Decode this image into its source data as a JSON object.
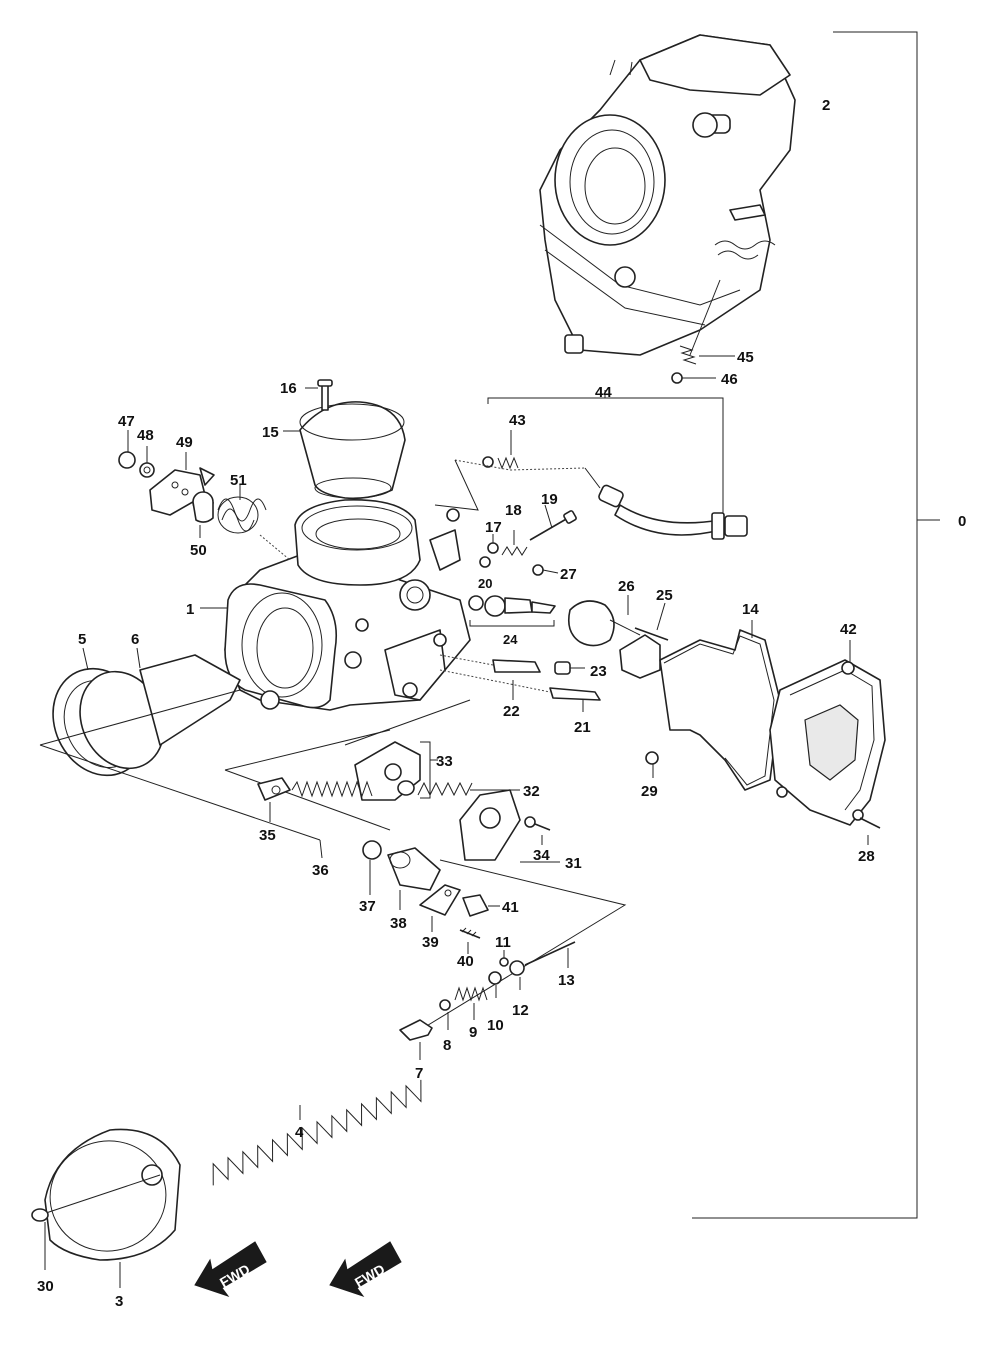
{
  "callouts": {
    "c0": "0",
    "c1": "1",
    "c2": "2",
    "c3": "3",
    "c4": "4",
    "c5": "5",
    "c6": "6",
    "c7": "7",
    "c8": "8",
    "c9": "9",
    "c10": "10",
    "c11": "11",
    "c12": "12",
    "c13": "13",
    "c14": "14",
    "c15": "15",
    "c16": "16",
    "c17": "17",
    "c18": "18",
    "c19": "19",
    "c20": "20",
    "c21": "21",
    "c22": "22",
    "c23": "23",
    "c24": "24",
    "c25": "25",
    "c26": "26",
    "c27": "27",
    "c28": "28",
    "c29": "29",
    "c30": "30",
    "c31": "31",
    "c32": "32",
    "c33": "33",
    "c34": "34",
    "c35": "35",
    "c36": "36",
    "c37": "37",
    "c38": "38",
    "c39": "39",
    "c40": "40",
    "c41": "41",
    "c42": "42",
    "c43": "43",
    "c44": "44",
    "c45": "45",
    "c46": "46",
    "c47": "47",
    "c48": "48",
    "c49": "49",
    "c50": "50",
    "c51": "51"
  },
  "fwd_arrows": [
    "FWD",
    "FWD"
  ],
  "colors": {
    "line": "#222222",
    "background": "#ffffff",
    "arrow_fill": "#1a1a1a"
  }
}
